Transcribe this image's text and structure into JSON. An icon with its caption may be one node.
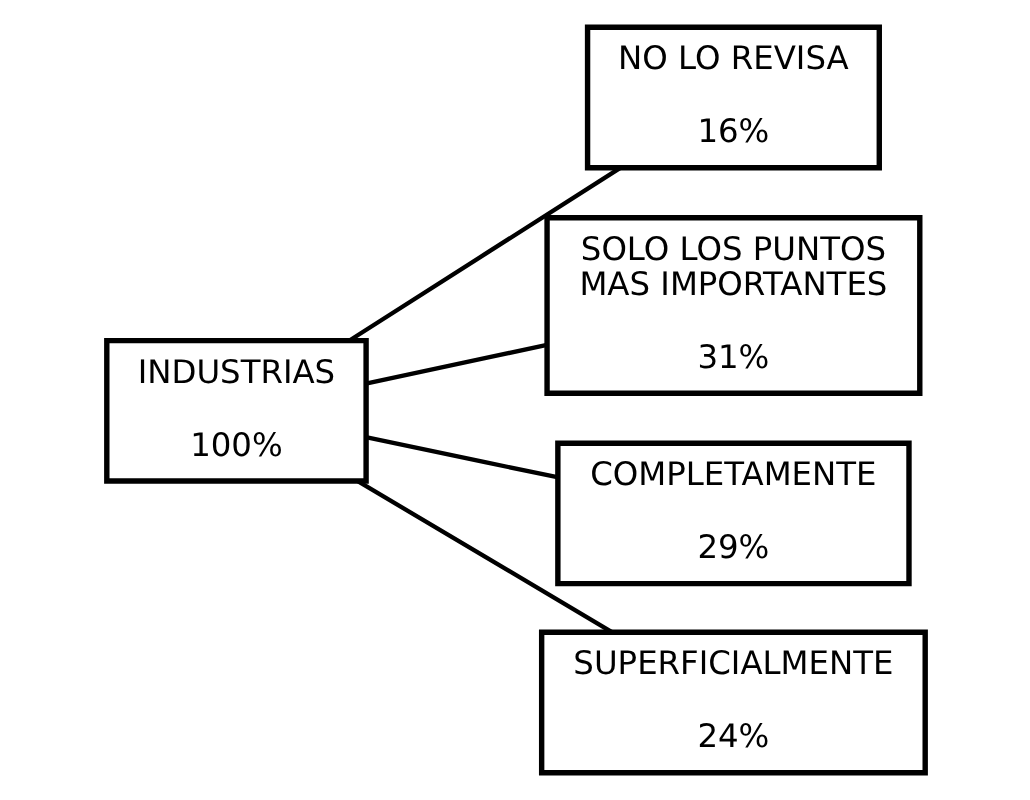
{
  "diagram": {
    "nodes": [
      {
        "text": [
          "INDUSTRIAS",
          "100%"
        ]
      },
      {
        "text": [
          "NO LO REVISA",
          "16%"
        ]
      },
      {
        "text": [
          "SOLO LOS PUNTOS MAS IMPORTANTES",
          "31%"
        ]
      },
      {
        "text": [
          "COMPLETAMENTE",
          "29%"
        ]
      },
      {
        "text": [
          "SUPERFICIALMENTE",
          "24%"
        ]
      }
    ],
    "edges": [
      {
        "from": 0,
        "to": 1,
        "arrow": "none"
      },
      {
        "from": 0,
        "to": 2,
        "arrow": "none"
      },
      {
        "from": 0,
        "to": 3,
        "arrow": "none"
      },
      {
        "from": 0,
        "to": 4,
        "arrow": "none"
      }
    ]
  }
}
